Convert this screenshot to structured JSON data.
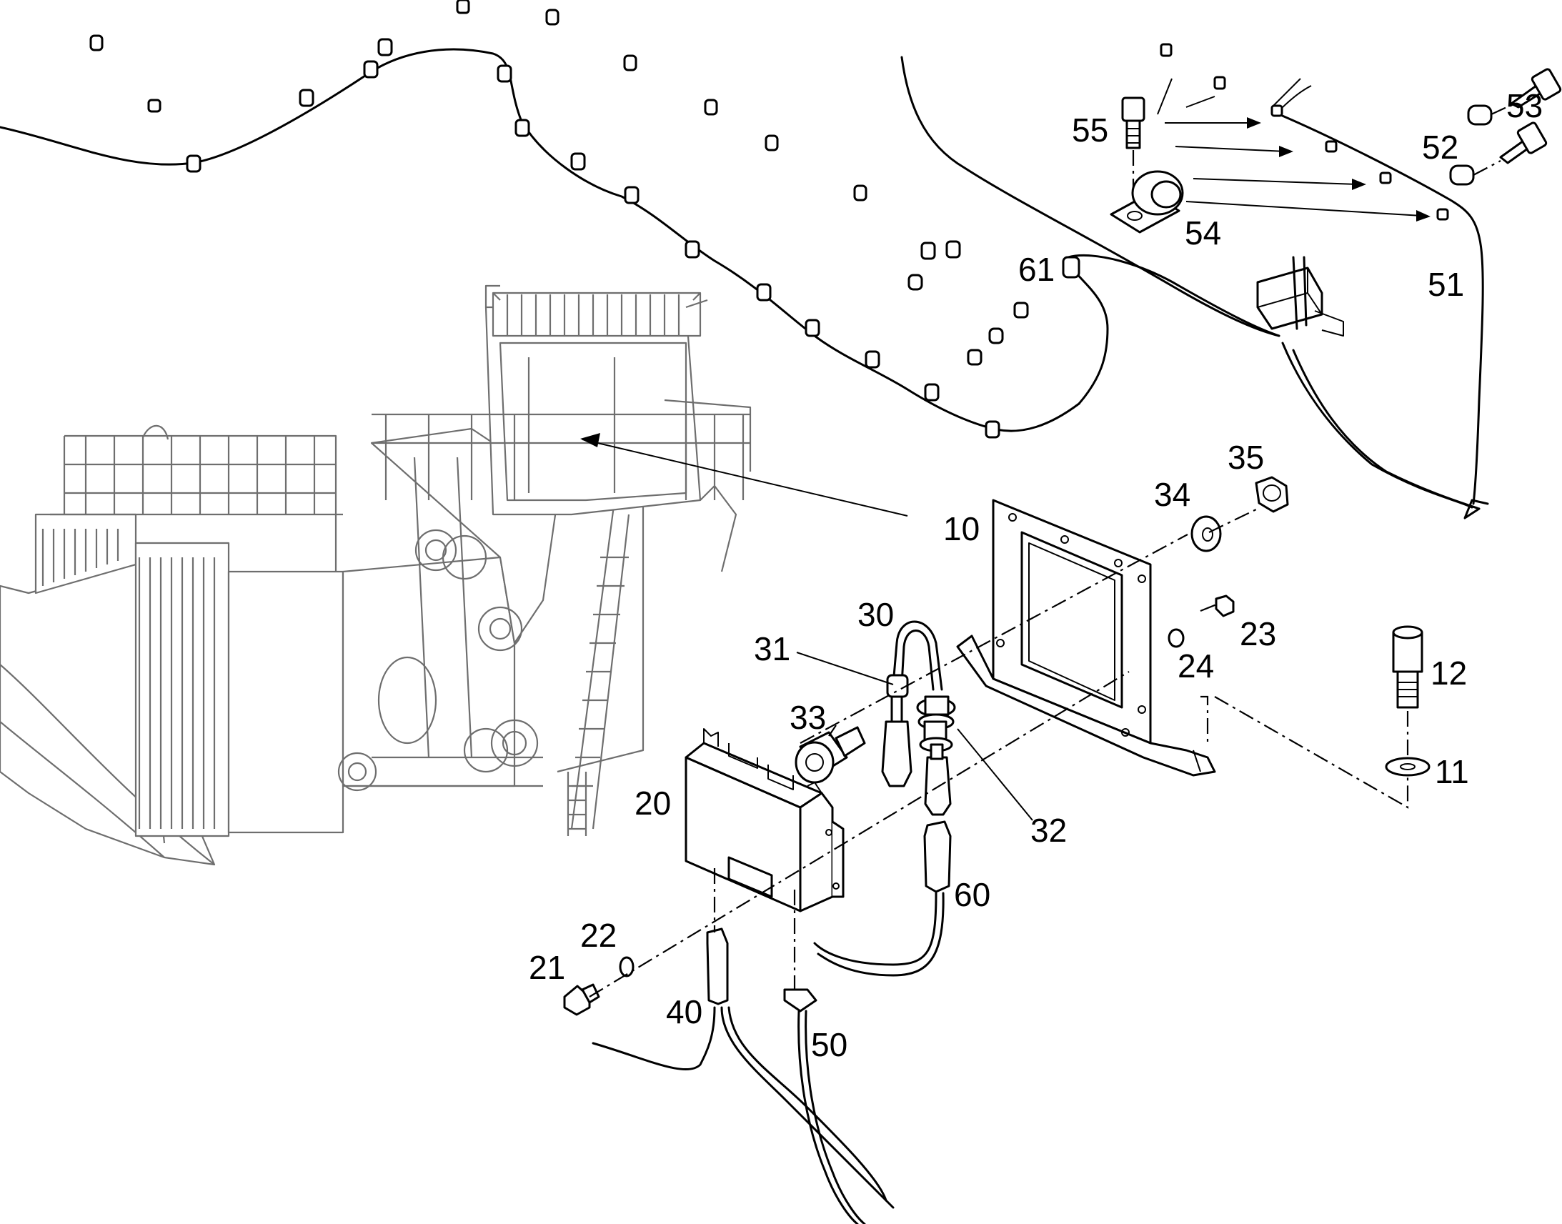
{
  "diagram": {
    "callouts": [
      {
        "id": "c10",
        "label": "10"
      },
      {
        "id": "c11",
        "label": "11"
      },
      {
        "id": "c12",
        "label": "12"
      },
      {
        "id": "c20",
        "label": "20"
      },
      {
        "id": "c21",
        "label": "21"
      },
      {
        "id": "c22",
        "label": "22"
      },
      {
        "id": "c23",
        "label": "23"
      },
      {
        "id": "c24",
        "label": "24"
      },
      {
        "id": "c30",
        "label": "30"
      },
      {
        "id": "c31",
        "label": "31"
      },
      {
        "id": "c32",
        "label": "32"
      },
      {
        "id": "c33",
        "label": "33"
      },
      {
        "id": "c34",
        "label": "34"
      },
      {
        "id": "c35",
        "label": "35"
      },
      {
        "id": "c40",
        "label": "40"
      },
      {
        "id": "c50",
        "label": "50"
      },
      {
        "id": "c51",
        "label": "51"
      },
      {
        "id": "c52",
        "label": "52"
      },
      {
        "id": "c53",
        "label": "53"
      },
      {
        "id": "c54",
        "label": "54"
      },
      {
        "id": "c55",
        "label": "55"
      },
      {
        "id": "c60",
        "label": "60"
      },
      {
        "id": "c61",
        "label": "61"
      }
    ]
  },
  "colors": {
    "line": "#000000",
    "machine_outline": "#6e6e6e",
    "background": "#ffffff"
  }
}
